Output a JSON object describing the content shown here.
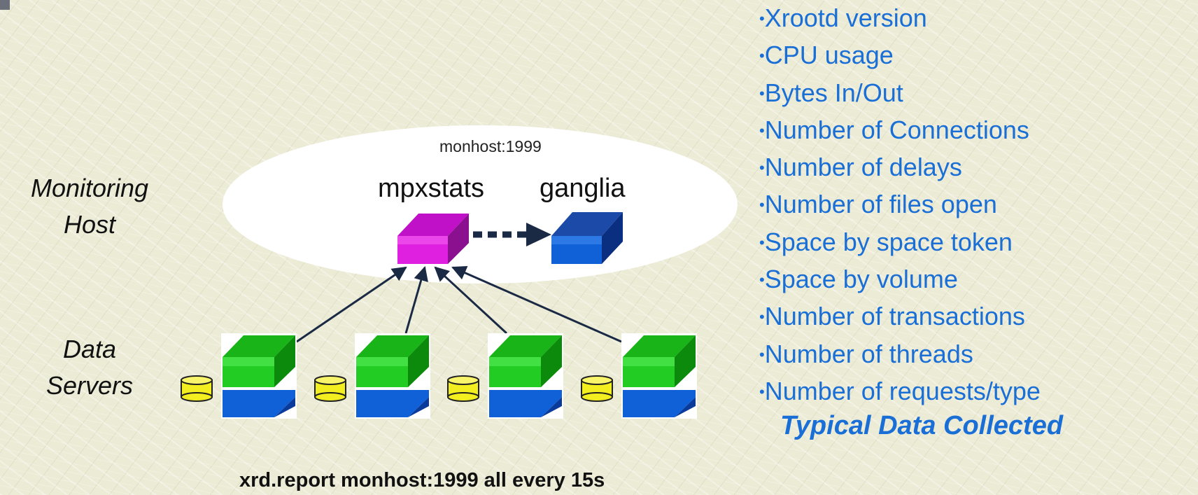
{
  "labels": {
    "monitoring_host": [
      "Monitoring",
      "Host"
    ],
    "data_servers": [
      "Data",
      "Servers"
    ]
  },
  "monitor": {
    "address": "monhost:1999",
    "collector": "mpxstats",
    "display": "ganglia"
  },
  "command": "xrd.report monhost:1999 all every 15s",
  "stats": {
    "items": [
      "Xrootd version",
      "CPU usage",
      "Bytes In/Out",
      "Number of Connections",
      "Number of delays",
      "Number of files open",
      "Space by space token",
      "Space by volume",
      "Number of transactions",
      "Number of threads",
      "Number of requests/type"
    ],
    "caption": "Typical Data Collected"
  },
  "colors": {
    "text_blue": "#1a6fd6",
    "mpxstats_box": "#e020e0",
    "ganglia_box": "#1060d8",
    "server_top": "#22cc22",
    "server_bottom": "#1060d8",
    "disk": "#f2ee20"
  },
  "icons": {
    "disk": "disk-icon",
    "server": "server-icon"
  },
  "server_count": 4
}
